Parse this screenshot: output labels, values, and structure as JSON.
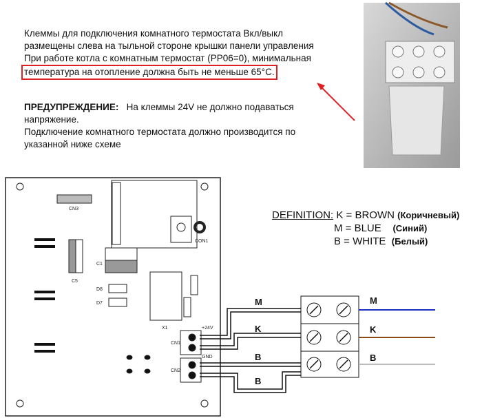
{
  "instructions": {
    "line1": "Клеммы для подключения комнатного термостата Вкл/выкл",
    "line2": "размещены слева  на тыльной стороне крышки панели управления",
    "line3": "При работе котла  с комнатным термостат (PP06=0), минимальная",
    "line4_highlighted": "температура на отопление должна быть не меньше  65°C."
  },
  "warning": {
    "label": "ПРЕДУПРЕЖДЕНИЕ:",
    "text1": "На клеммы 24V не должно подаваться",
    "text2": "напряжение.",
    "text3": "Подключение комнатного термостата должно производится по",
    "text4": "указанной ниже схеме"
  },
  "definition": {
    "title": "DEFINITION:",
    "k": "K = BROWN",
    "k_ru": "(Коричневый)",
    "m": "M = BLUE",
    "m_ru": "(Синий)",
    "b": "B = WHITE",
    "b_ru": "(Белый)"
  },
  "wires": {
    "left": [
      "M",
      "K",
      "B",
      "B"
    ],
    "right": [
      "M",
      "K",
      "B"
    ],
    "colors": {
      "blue": "#1a2fc0",
      "brown": "#8b4a1a",
      "white": "#c8c8c8"
    }
  },
  "board_labels": {
    "cn3": "CN3",
    "cn1": "CN1",
    "cn2": "CN2",
    "c5": "C5",
    "c1": "C1",
    "d8": "D8",
    "d7": "D7",
    "v24": "+24V",
    "gnd": "GND",
    "con": "CON1",
    "x1": "X1"
  },
  "highlight_color": "#e02020"
}
